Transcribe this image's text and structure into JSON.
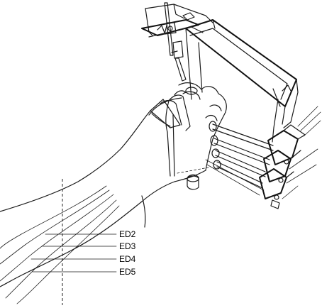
{
  "labels": [
    {
      "id": "ed2",
      "text": "ED2"
    },
    {
      "id": "ed3",
      "text": "ED3"
    },
    {
      "id": "ed4",
      "text": "ED4"
    },
    {
      "id": "ed5",
      "text": "ED5"
    }
  ]
}
